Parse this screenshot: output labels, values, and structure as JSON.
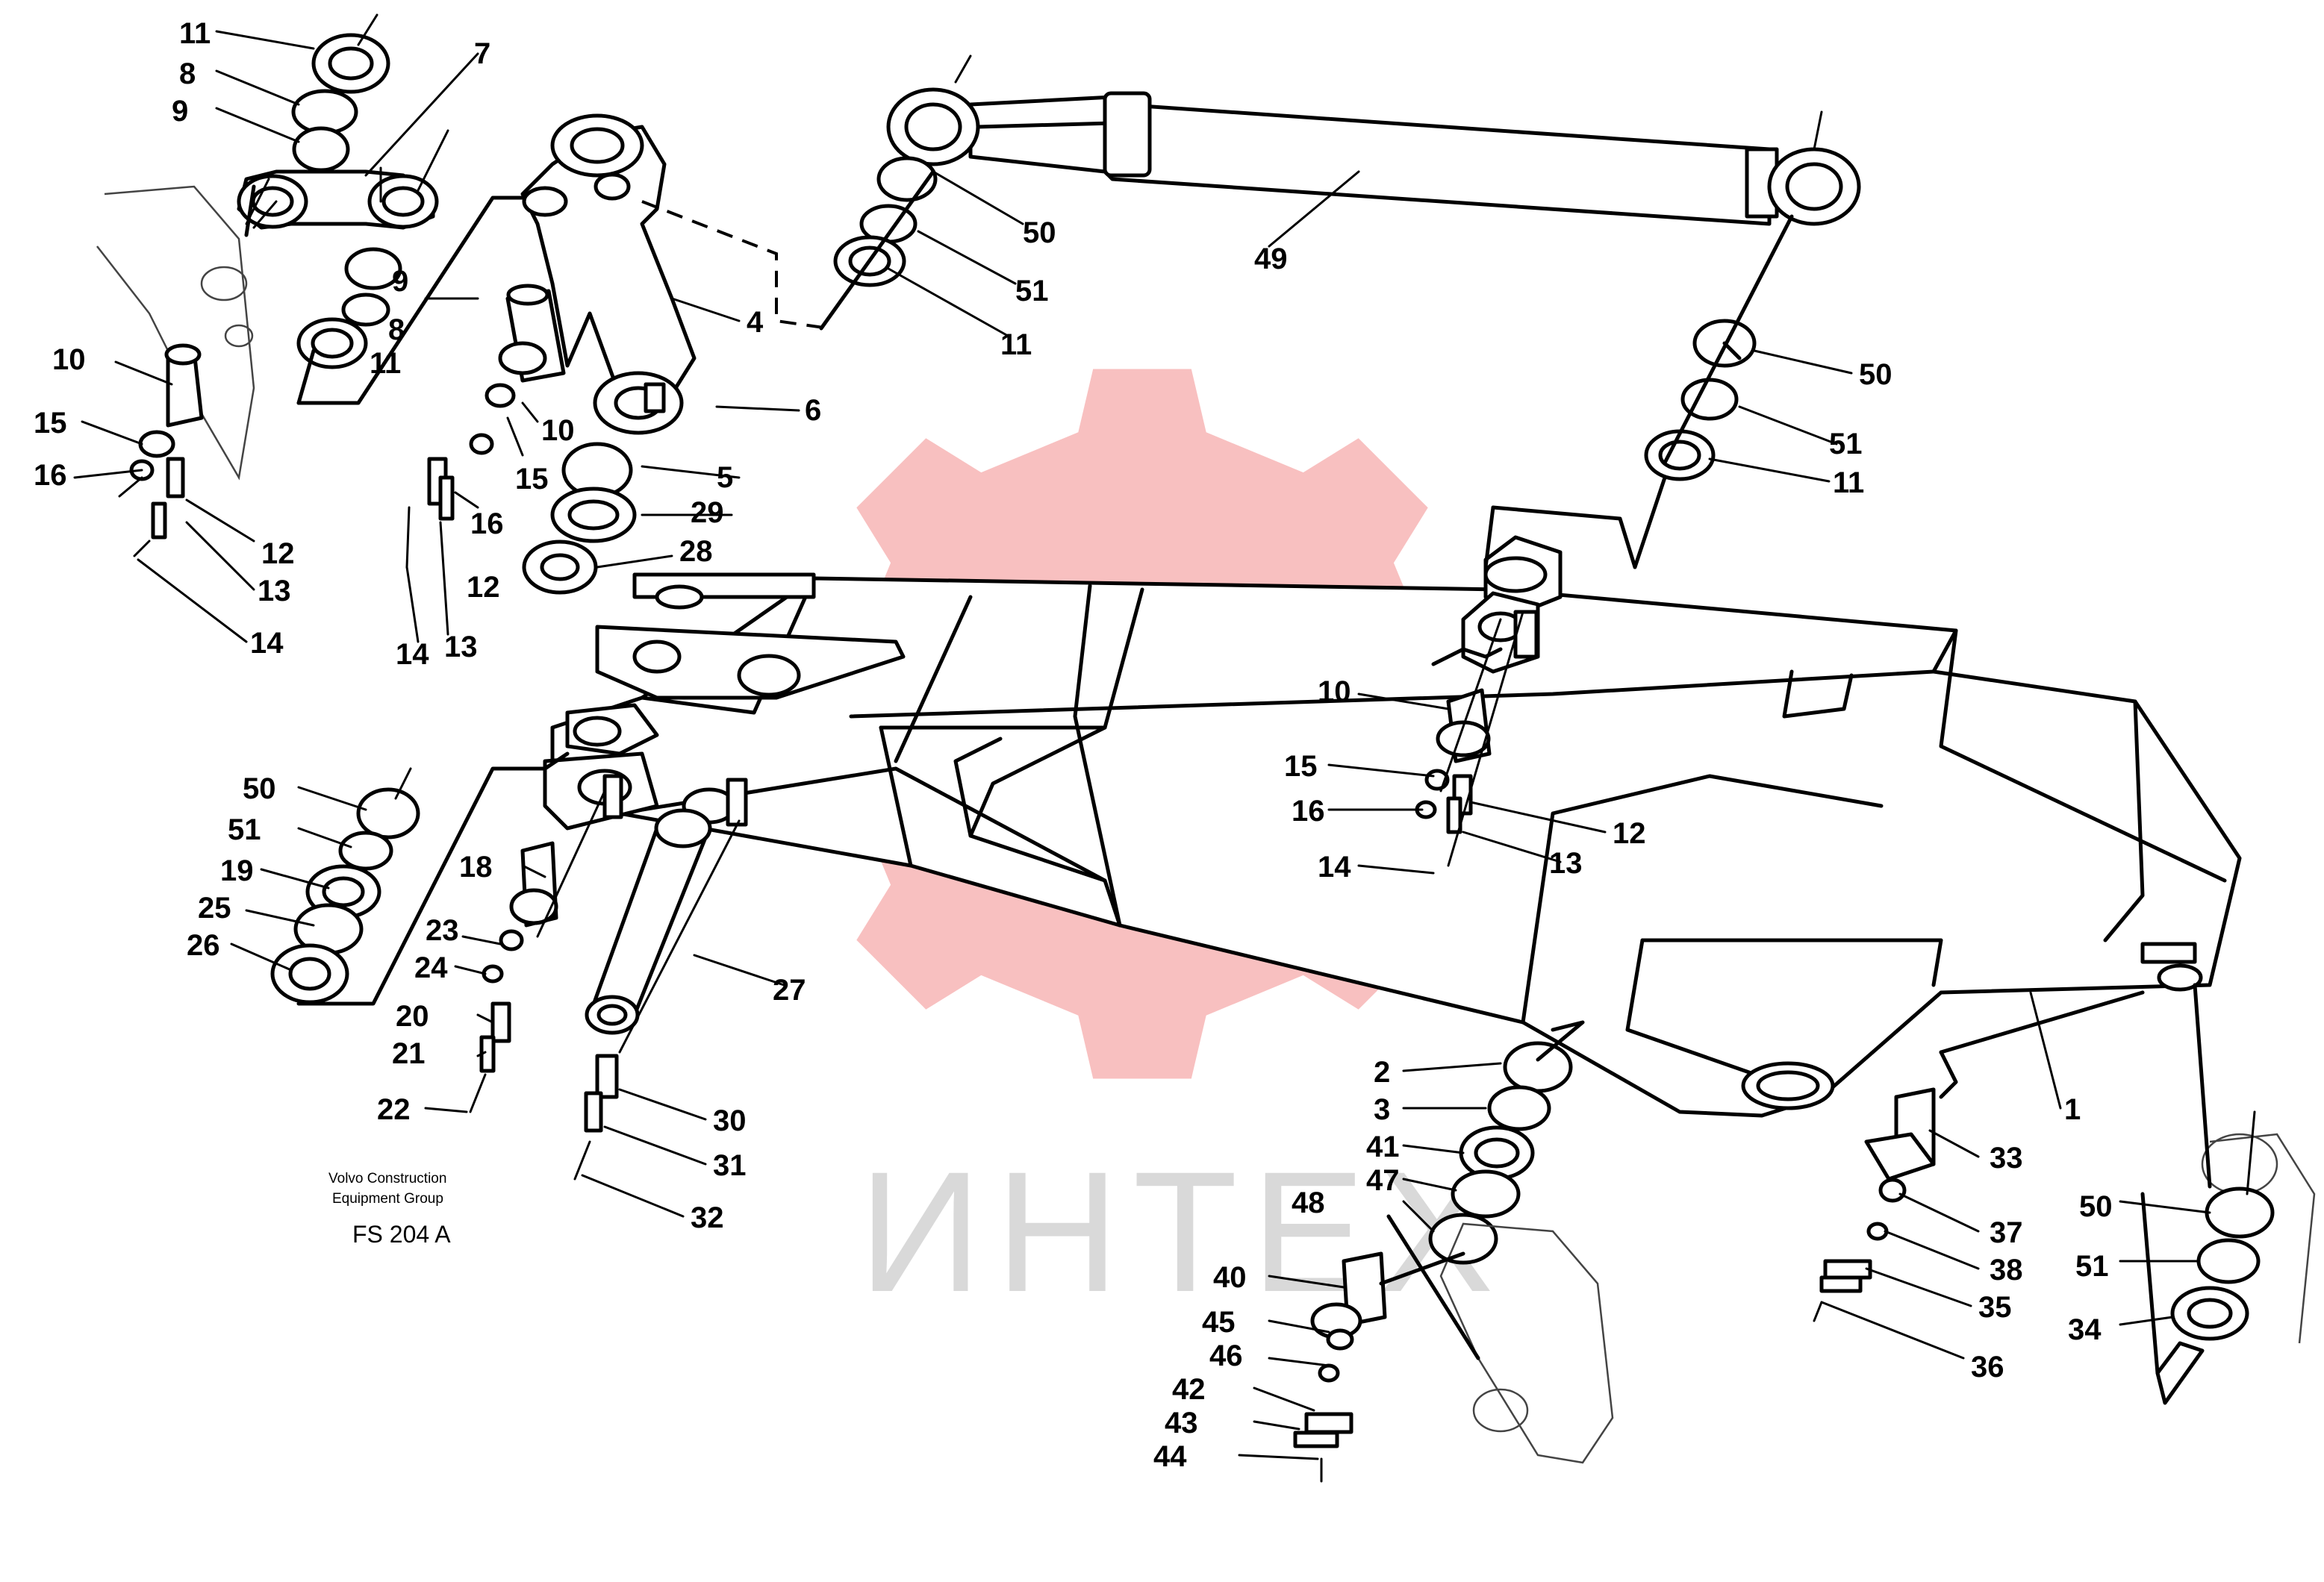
{
  "watermark": {
    "text": "ИНТЕХ",
    "gear_color": "#f7b5b5",
    "text_color": "#d9d9d9"
  },
  "caption": {
    "line1": "Volvo Construction",
    "line2": "Equipment Group",
    "code": "FS 204 A"
  },
  "callouts": [
    "11",
    "8",
    "9",
    "7",
    "9",
    "8",
    "11",
    "10",
    "15",
    "16",
    "12",
    "13",
    "14",
    "4",
    "6",
    "10",
    "15",
    "5",
    "16",
    "29",
    "28",
    "12",
    "13",
    "14",
    "50",
    "51",
    "11",
    "49",
    "50",
    "51",
    "11",
    "10",
    "15",
    "16",
    "12",
    "13",
    "14",
    "50",
    "51",
    "19",
    "25",
    "26",
    "18",
    "23",
    "24",
    "20",
    "21",
    "22",
    "27",
    "30",
    "31",
    "32",
    "2",
    "3",
    "41",
    "47",
    "48",
    "40",
    "45",
    "46",
    "42",
    "43",
    "44",
    "33",
    "37",
    "38",
    "35",
    "36",
    "1",
    "50",
    "51",
    "34"
  ]
}
